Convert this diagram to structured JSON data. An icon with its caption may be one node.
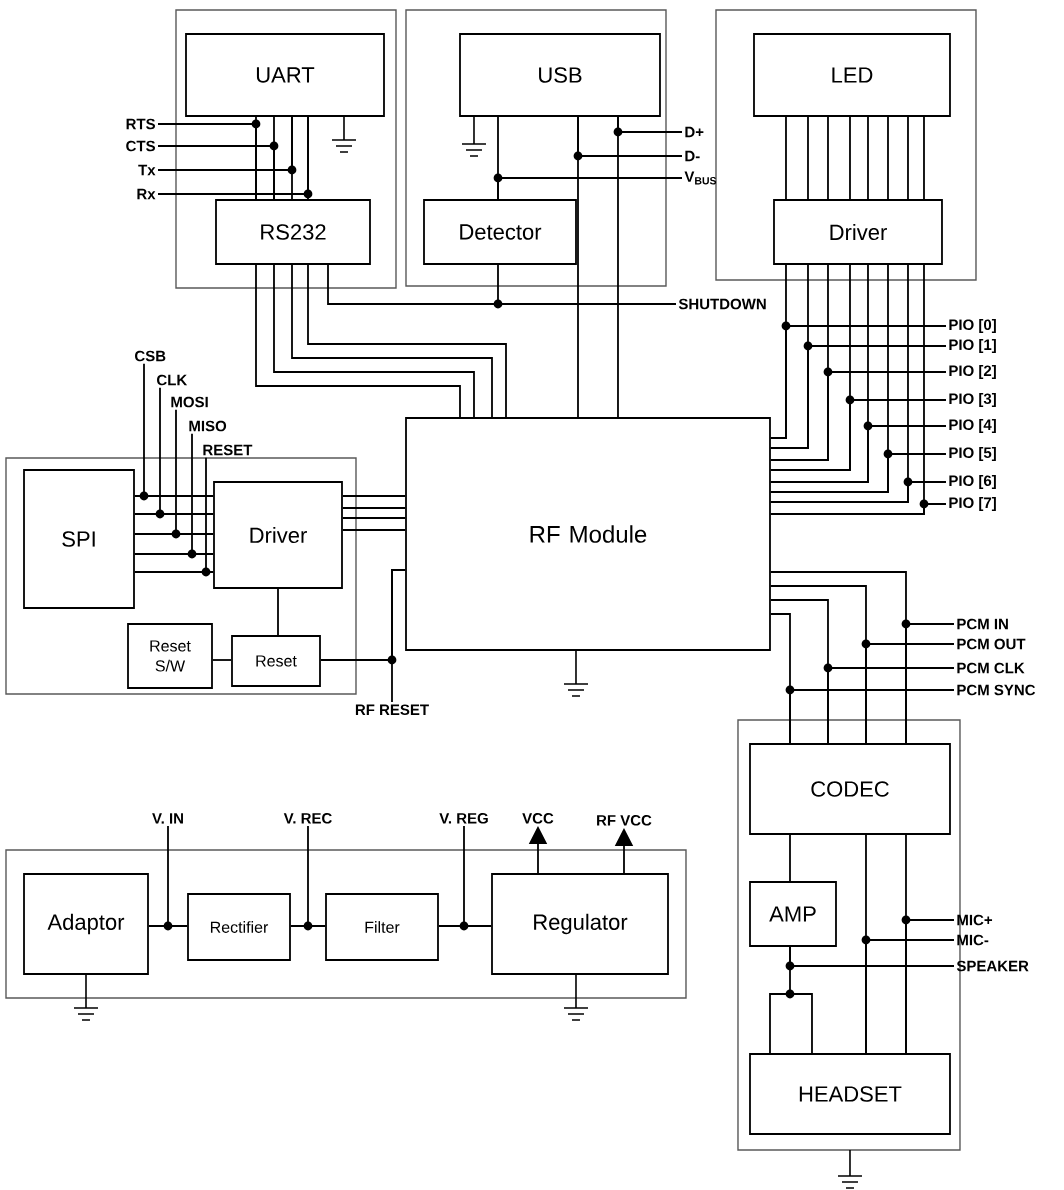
{
  "diagram": {
    "nodes": [
      {
        "text": [],
        "shape": "box"
      },
      {
        "text": [
          "UART"
        ],
        "in": 0
      },
      {
        "text": [
          "RS232"
        ],
        "in": 0
      },
      {
        "text": [],
        "shape": "box"
      },
      {
        "text": [
          "USB"
        ],
        "in": 3
      },
      {
        "text": [
          "Detector"
        ],
        "in": 3
      },
      {
        "text": [],
        "shape": "box"
      },
      {
        "text": [
          "LED"
        ],
        "in": 6
      },
      {
        "text": [
          "Driver"
        ],
        "in": 6
      },
      {
        "text": [
          "RF Module"
        ]
      },
      {
        "text": [],
        "shape": "box"
      },
      {
        "text": [
          "SPI"
        ],
        "in": 10
      },
      {
        "text": [
          "Driver"
        ],
        "in": 10
      },
      {
        "text": [
          "Reset S/W"
        ],
        "in": 10
      },
      {
        "text": [
          "Reset"
        ],
        "in": 10
      },
      {
        "text": [],
        "shape": "box"
      },
      {
        "text": [
          "Adaptor"
        ],
        "in": 15
      },
      {
        "text": [
          "Rectifier"
        ],
        "in": 15
      },
      {
        "text": [
          "Filter"
        ],
        "in": 15
      },
      {
        "text": [
          "Regulator"
        ],
        "in": 15
      },
      {
        "text": [],
        "shape": "box"
      },
      {
        "text": [
          "CODEC"
        ],
        "in": 20
      },
      {
        "text": [
          "AMP"
        ],
        "in": 20
      },
      {
        "text": [
          "HEADSET"
        ],
        "in": 20
      },
      {
        "text": [
          "RTS"
        ]
      },
      {
        "text": [
          "CTS"
        ]
      },
      {
        "text": [
          "Tx"
        ]
      },
      {
        "text": [
          "Rx"
        ]
      },
      {
        "text": [
          "D+"
        ]
      },
      {
        "text": [
          "D-"
        ]
      },
      {
        "text": [
          "V$_{BUS}$"
        ]
      },
      {
        "text": [
          "SHUTDOWN"
        ]
      },
      {
        "text": [
          "PIO [0]"
        ]
      },
      {
        "text": [
          "PIO [1]"
        ]
      },
      {
        "text": [
          "PIO [2]"
        ]
      },
      {
        "text": [
          "PIO [3]"
        ]
      },
      {
        "text": [
          "PIO [4]"
        ]
      },
      {
        "text": [
          "PIO [5]"
        ]
      },
      {
        "text": [
          "PIO [6]"
        ]
      },
      {
        "text": [
          "PIO [7]"
        ]
      },
      {
        "text": [
          "CSB"
        ]
      },
      {
        "text": [
          "CLK"
        ]
      },
      {
        "text": [
          "MOSI"
        ]
      },
      {
        "text": [
          "MISO"
        ]
      },
      {
        "text": [
          "RESET"
        ]
      },
      {
        "text": [
          "RF RESET"
        ]
      },
      {
        "text": [
          "PCM IN"
        ]
      },
      {
        "text": [
          "PCM OUT"
        ]
      },
      {
        "text": [
          "PCM CLK"
        ]
      },
      {
        "text": [
          "PCM SYNC"
        ]
      },
      {
        "text": [
          "MIC+"
        ]
      },
      {
        "text": [
          "MIC-"
        ]
      },
      {
        "text": [
          "SPEAKER"
        ]
      },
      {
        "text": [
          "V. IN"
        ]
      },
      {
        "text": [
          "V. REC"
        ]
      },
      {
        "text": [
          "V. REG"
        ]
      },
      {
        "text": [
          "VCC"
        ]
      },
      {
        "text": [
          "RF VCC"
        ]
      }
    ],
    "edges": [
      {
        "from": 1,
        "to": 2,
        "arrow": "none"
      },
      {
        "from": 1,
        "to": 2,
        "arrow": "none"
      },
      {
        "from": 1,
        "to": 2,
        "arrow": "none"
      },
      {
        "from": 1,
        "to": 2,
        "arrow": "none"
      },
      {
        "from": 24,
        "to": 2,
        "arrow": "none"
      },
      {
        "from": 25,
        "to": 2,
        "arrow": "none"
      },
      {
        "from": 26,
        "to": 1,
        "arrow": "none"
      },
      {
        "from": 27,
        "to": 1,
        "arrow": "none"
      },
      {
        "from": 2,
        "to": 9,
        "arrow": "none"
      },
      {
        "from": 2,
        "to": 9,
        "arrow": "none"
      },
      {
        "from": 2,
        "to": 9,
        "arrow": "none"
      },
      {
        "from": 2,
        "to": 9,
        "arrow": "none"
      },
      {
        "from": 4,
        "to": 9,
        "arrow": "none"
      },
      {
        "from": 4,
        "to": 9,
        "arrow": "none"
      },
      {
        "from": 28,
        "to": 4,
        "arrow": "none"
      },
      {
        "from": 29,
        "to": 4,
        "arrow": "none"
      },
      {
        "from": 4,
        "to": 5,
        "arrow": "none"
      },
      {
        "from": 30,
        "to": 5,
        "arrow": "none"
      },
      {
        "from": 2,
        "to": 31,
        "arrow": "none"
      },
      {
        "from": 5,
        "to": 31,
        "arrow": "none"
      },
      {
        "from": 7,
        "to": 8,
        "arrow": "none"
      },
      {
        "from": 7,
        "to": 8,
        "arrow": "none"
      },
      {
        "from": 7,
        "to": 8,
        "arrow": "none"
      },
      {
        "from": 7,
        "to": 8,
        "arrow": "none"
      },
      {
        "from": 7,
        "to": 8,
        "arrow": "none"
      },
      {
        "from": 7,
        "to": 8,
        "arrow": "none"
      },
      {
        "from": 7,
        "to": 8,
        "arrow": "none"
      },
      {
        "from": 7,
        "to": 8,
        "arrow": "none"
      },
      {
        "from": 8,
        "to": 9,
        "arrow": "none"
      },
      {
        "from": 8,
        "to": 9,
        "arrow": "none"
      },
      {
        "from": 8,
        "to": 9,
        "arrow": "none"
      },
      {
        "from": 8,
        "to": 9,
        "arrow": "none"
      },
      {
        "from": 8,
        "to": 9,
        "arrow": "none"
      },
      {
        "from": 8,
        "to": 9,
        "arrow": "none"
      },
      {
        "from": 8,
        "to": 9,
        "arrow": "none"
      },
      {
        "from": 8,
        "to": 9,
        "arrow": "none"
      },
      {
        "from": 32,
        "to": 9,
        "arrow": "none"
      },
      {
        "from": 33,
        "to": 9,
        "arrow": "none"
      },
      {
        "from": 34,
        "to": 9,
        "arrow": "none"
      },
      {
        "from": 35,
        "to": 9,
        "arrow": "none"
      },
      {
        "from": 36,
        "to": 9,
        "arrow": "none"
      },
      {
        "from": 37,
        "to": 9,
        "arrow": "none"
      },
      {
        "from": 38,
        "to": 9,
        "arrow": "none"
      },
      {
        "from": 39,
        "to": 9,
        "arrow": "none"
      },
      {
        "from": 11,
        "to": 12,
        "arrow": "none"
      },
      {
        "from": 11,
        "to": 12,
        "arrow": "none"
      },
      {
        "from": 11,
        "to": 12,
        "arrow": "none"
      },
      {
        "from": 11,
        "to": 12,
        "arrow": "none"
      },
      {
        "from": 11,
        "to": 12,
        "arrow": "none"
      },
      {
        "from": 40,
        "to": 12,
        "arrow": "none"
      },
      {
        "from": 41,
        "to": 12,
        "arrow": "none"
      },
      {
        "from": 42,
        "to": 11,
        "arrow": "none"
      },
      {
        "from": 43,
        "to": 11,
        "arrow": "none"
      },
      {
        "from": 44,
        "to": 11,
        "arrow": "none"
      },
      {
        "from": 12,
        "to": 9,
        "arrow": "none"
      },
      {
        "from": 12,
        "to": 9,
        "arrow": "none"
      },
      {
        "from": 12,
        "to": 9,
        "arrow": "none"
      },
      {
        "from": 12,
        "to": 9,
        "arrow": "none"
      },
      {
        "from": 12,
        "to": 14,
        "arrow": "none"
      },
      {
        "from": 13,
        "to": 14,
        "arrow": "none"
      },
      {
        "from": 14,
        "to": 9,
        "arrow": "none"
      },
      {
        "from": 45,
        "to": 9,
        "arrow": "none"
      },
      {
        "from": 16,
        "to": 17,
        "arrow": "none"
      },
      {
        "from": 17,
        "to": 18,
        "arrow": "none"
      },
      {
        "from": 18,
        "to": 19,
        "arrow": "none"
      },
      {
        "from": 53,
        "to": 17,
        "arrow": "none"
      },
      {
        "from": 54,
        "to": 18,
        "arrow": "none"
      },
      {
        "from": 55,
        "to": 19,
        "arrow": "none"
      },
      {
        "from": 19,
        "to": 56,
        "arrow": "to"
      },
      {
        "from": 19,
        "to": 57,
        "arrow": "to"
      },
      {
        "from": 9,
        "to": 21,
        "arrow": "none"
      },
      {
        "from": 9,
        "to": 21,
        "arrow": "none"
      },
      {
        "from": 9,
        "to": 21,
        "arrow": "none"
      },
      {
        "from": 9,
        "to": 21,
        "arrow": "none"
      },
      {
        "from": 46,
        "to": 21,
        "arrow": "none"
      },
      {
        "from": 47,
        "to": 21,
        "arrow": "none"
      },
      {
        "from": 48,
        "to": 21,
        "arrow": "none"
      },
      {
        "from": 49,
        "to": 21,
        "arrow": "none"
      },
      {
        "from": 21,
        "to": 22,
        "arrow": "none"
      },
      {
        "from": 21,
        "to": 23,
        "arrow": "none"
      },
      {
        "from": 21,
        "to": 23,
        "arrow": "none"
      },
      {
        "from": 50,
        "to": 23,
        "arrow": "none"
      },
      {
        "from": 51,
        "to": 23,
        "arrow": "none"
      },
      {
        "from": 52,
        "to": 22,
        "arrow": "none"
      },
      {
        "from": 22,
        "to": 23,
        "arrow": "none"
      }
    ]
  }
}
